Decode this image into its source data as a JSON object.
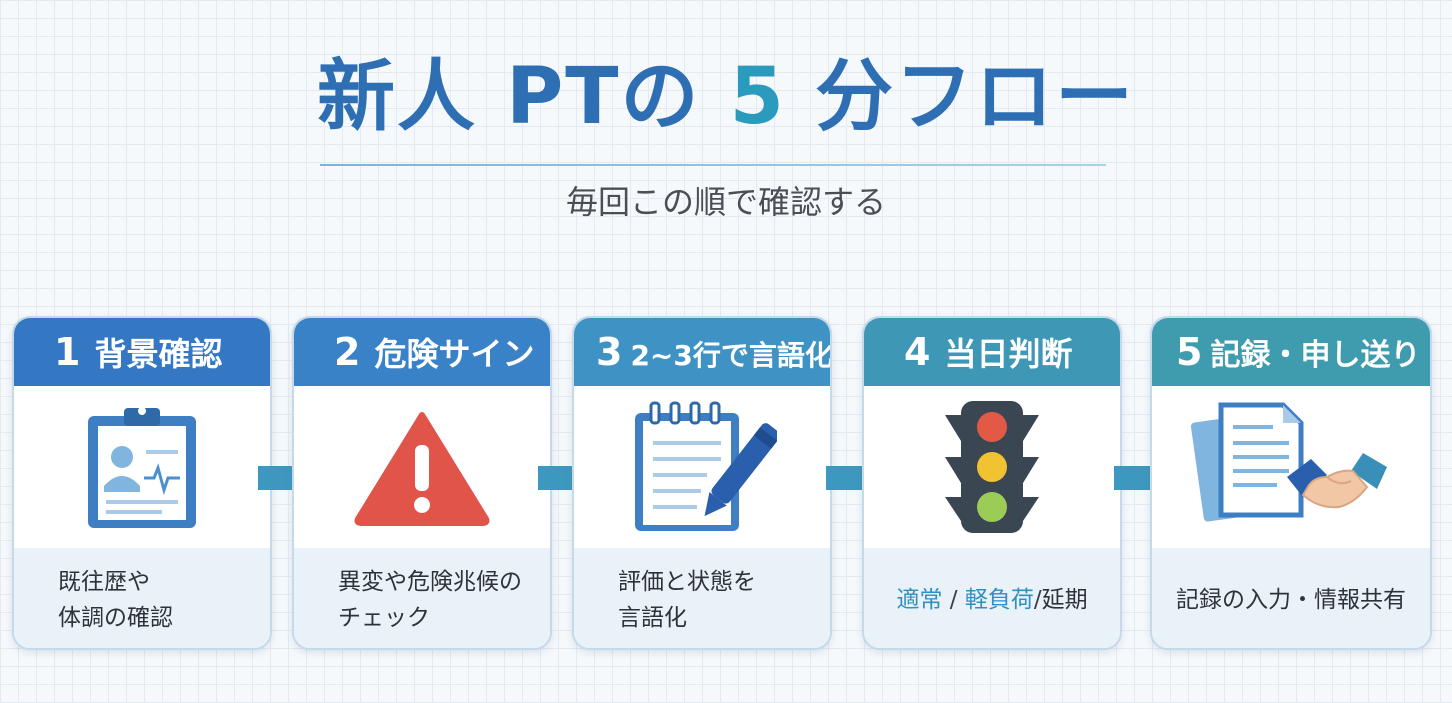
{
  "title": {
    "part1": "新人 PTの ",
    "number": "5",
    "part2": " 分フロー"
  },
  "subtitle": "毎回この順で確認する",
  "steps": [
    {
      "num": "1",
      "label": "背景確認",
      "desc": [
        "既往歴や",
        "体調の確認"
      ],
      "icon": "clipboard-profile-icon"
    },
    {
      "num": "2",
      "label": "危険サイン",
      "desc": [
        "異変や危険兆候の",
        "チェック"
      ],
      "icon": "warning-triangle-icon"
    },
    {
      "num": "3",
      "label": "2~3行で言語化",
      "desc": [
        "評価と状態を",
        "言語化"
      ],
      "icon": "notepad-pen-icon"
    },
    {
      "num": "4",
      "label": "当日判断",
      "desc": [
        "適常",
        "/",
        "軽負荷",
        "/",
        "延期"
      ],
      "icon": "traffic-light-icon"
    },
    {
      "num": "5",
      "label": "記録・申し送り",
      "desc": [
        "記録の入力・情報共有"
      ],
      "icon": "documents-handshake-icon"
    }
  ],
  "colors": {
    "header_1": "#3478c4",
    "header_2": "#3a82c8",
    "header_3": "#3f93c4",
    "header_4": "#3d97b5",
    "header_5": "#3e9cae",
    "arrow": "#3d98bf",
    "title": "#2e6fb3",
    "accent": "#2a9bbd"
  }
}
